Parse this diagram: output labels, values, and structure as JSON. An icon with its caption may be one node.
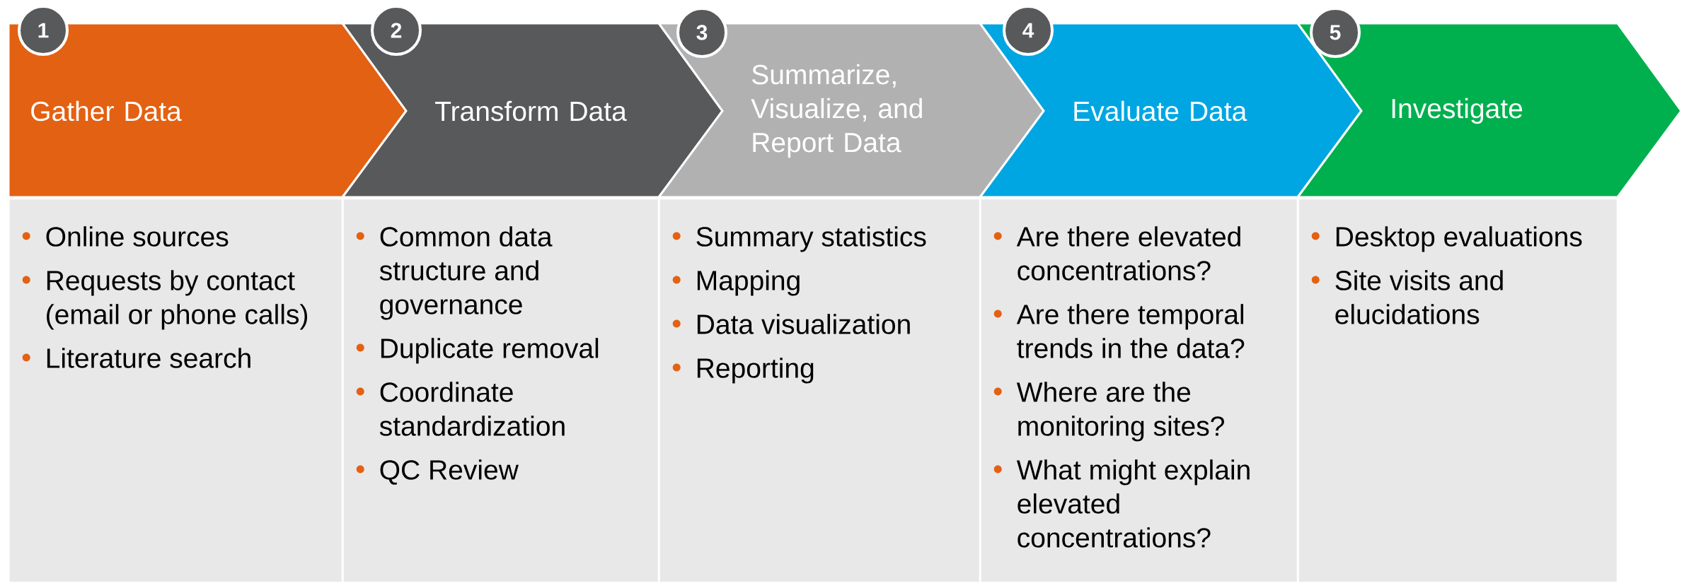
{
  "diagram": {
    "nodes": [
      {
        "text": [
          "Gather Data"
        ]
      },
      {
        "text": [
          "1"
        ]
      },
      {
        "text": [
          "Online sources",
          "Requests by contact (email or phone calls)",
          "Literature search"
        ]
      },
      {
        "text": [
          "Transform Data"
        ]
      },
      {
        "text": [
          "2"
        ]
      },
      {
        "text": [
          "Common data structure and governance",
          "Duplicate removal",
          "Coordinate standardization",
          "QC Review"
        ]
      },
      {
        "text": [
          "Summarize, Visualize, and Report Data"
        ]
      },
      {
        "text": [
          "3"
        ]
      },
      {
        "text": [
          "Summary statistics",
          "Mapping",
          "Data visualization",
          "Reporting"
        ]
      },
      {
        "text": [
          "Evaluate Data"
        ]
      },
      {
        "text": [
          "4"
        ]
      },
      {
        "text": [
          "Are there elevated concentrations?",
          "Are there temporal trends in the data?",
          "Where are the monitoring sites?",
          "What might explain elevated concentrations?"
        ]
      },
      {
        "text": [
          "Investigate"
        ]
      },
      {
        "text": [
          "5"
        ]
      },
      {
        "text": [
          "Desktop evaluations",
          "Site visits and elucidations"
        ]
      }
    ]
  }
}
